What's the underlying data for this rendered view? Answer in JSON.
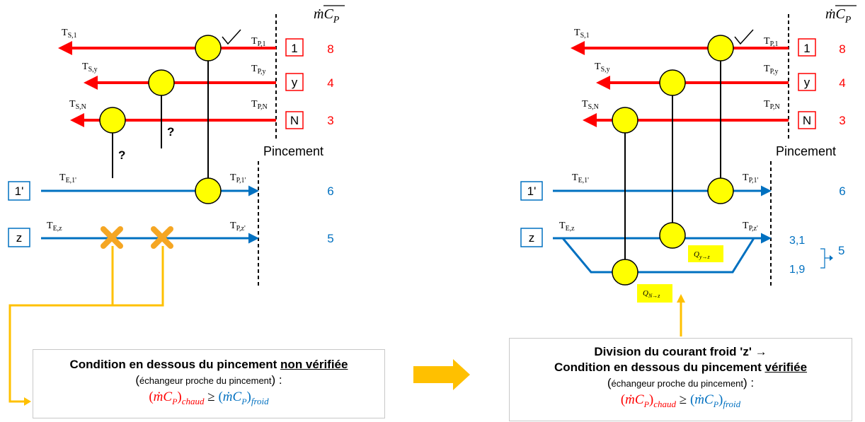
{
  "header": {
    "mcp_symbol": "ṁC",
    "mcp_sub": "P"
  },
  "hot_streams": [
    {
      "id": "1",
      "tp_sub": "P,1",
      "ts_sub": "S,1",
      "mcp": "8"
    },
    {
      "id": "y",
      "tp_sub": "P,y",
      "ts_sub": "S,y",
      "mcp": "4"
    },
    {
      "id": "N",
      "tp_sub": "P,N",
      "ts_sub": "S,N",
      "mcp": "3"
    }
  ],
  "cold_streams": [
    {
      "id": "1'",
      "te_sub": "E,1'",
      "tp_sub": "P,1'",
      "mcp": "6"
    },
    {
      "id": "z",
      "te_sub": "E,z",
      "tp_sub": "P,z'",
      "mcp": "5"
    }
  ],
  "pinch_label": "Pincement",
  "question_mark": "?",
  "split": {
    "upper_mcp": "3,1",
    "lower_mcp": "1,9",
    "total_mcp": "5"
  },
  "q_labels": {
    "y_z": "Q",
    "y_z_sub": "y→z",
    "n_z": "Q",
    "n_z_sub": "N→z"
  },
  "left_box": {
    "line1_a": "Condition en dessous du pincement ",
    "line1_b": "non vérifiée",
    "line2_a": "(",
    "line2_b": "échangeur proche du pincement",
    "line2_c": ") :",
    "hot_sub": "chaud",
    "cold_sub": "froid",
    "geq": "≥"
  },
  "right_box": {
    "line0": "Division du courant froid 'z' →",
    "line1_a": "Condition en dessous du pincement ",
    "line1_b": "vérifiée",
    "line2_a": "(",
    "line2_b": "échangeur proche du pincement",
    "line2_c": ") :",
    "hot_sub": "chaud",
    "cold_sub": "froid",
    "geq": "≥"
  },
  "colors": {
    "hot": "#ff0000",
    "cold": "#0070c0",
    "exchanger": "#ffff00",
    "arrow": "#ffc000",
    "cross": "#f5a623"
  }
}
